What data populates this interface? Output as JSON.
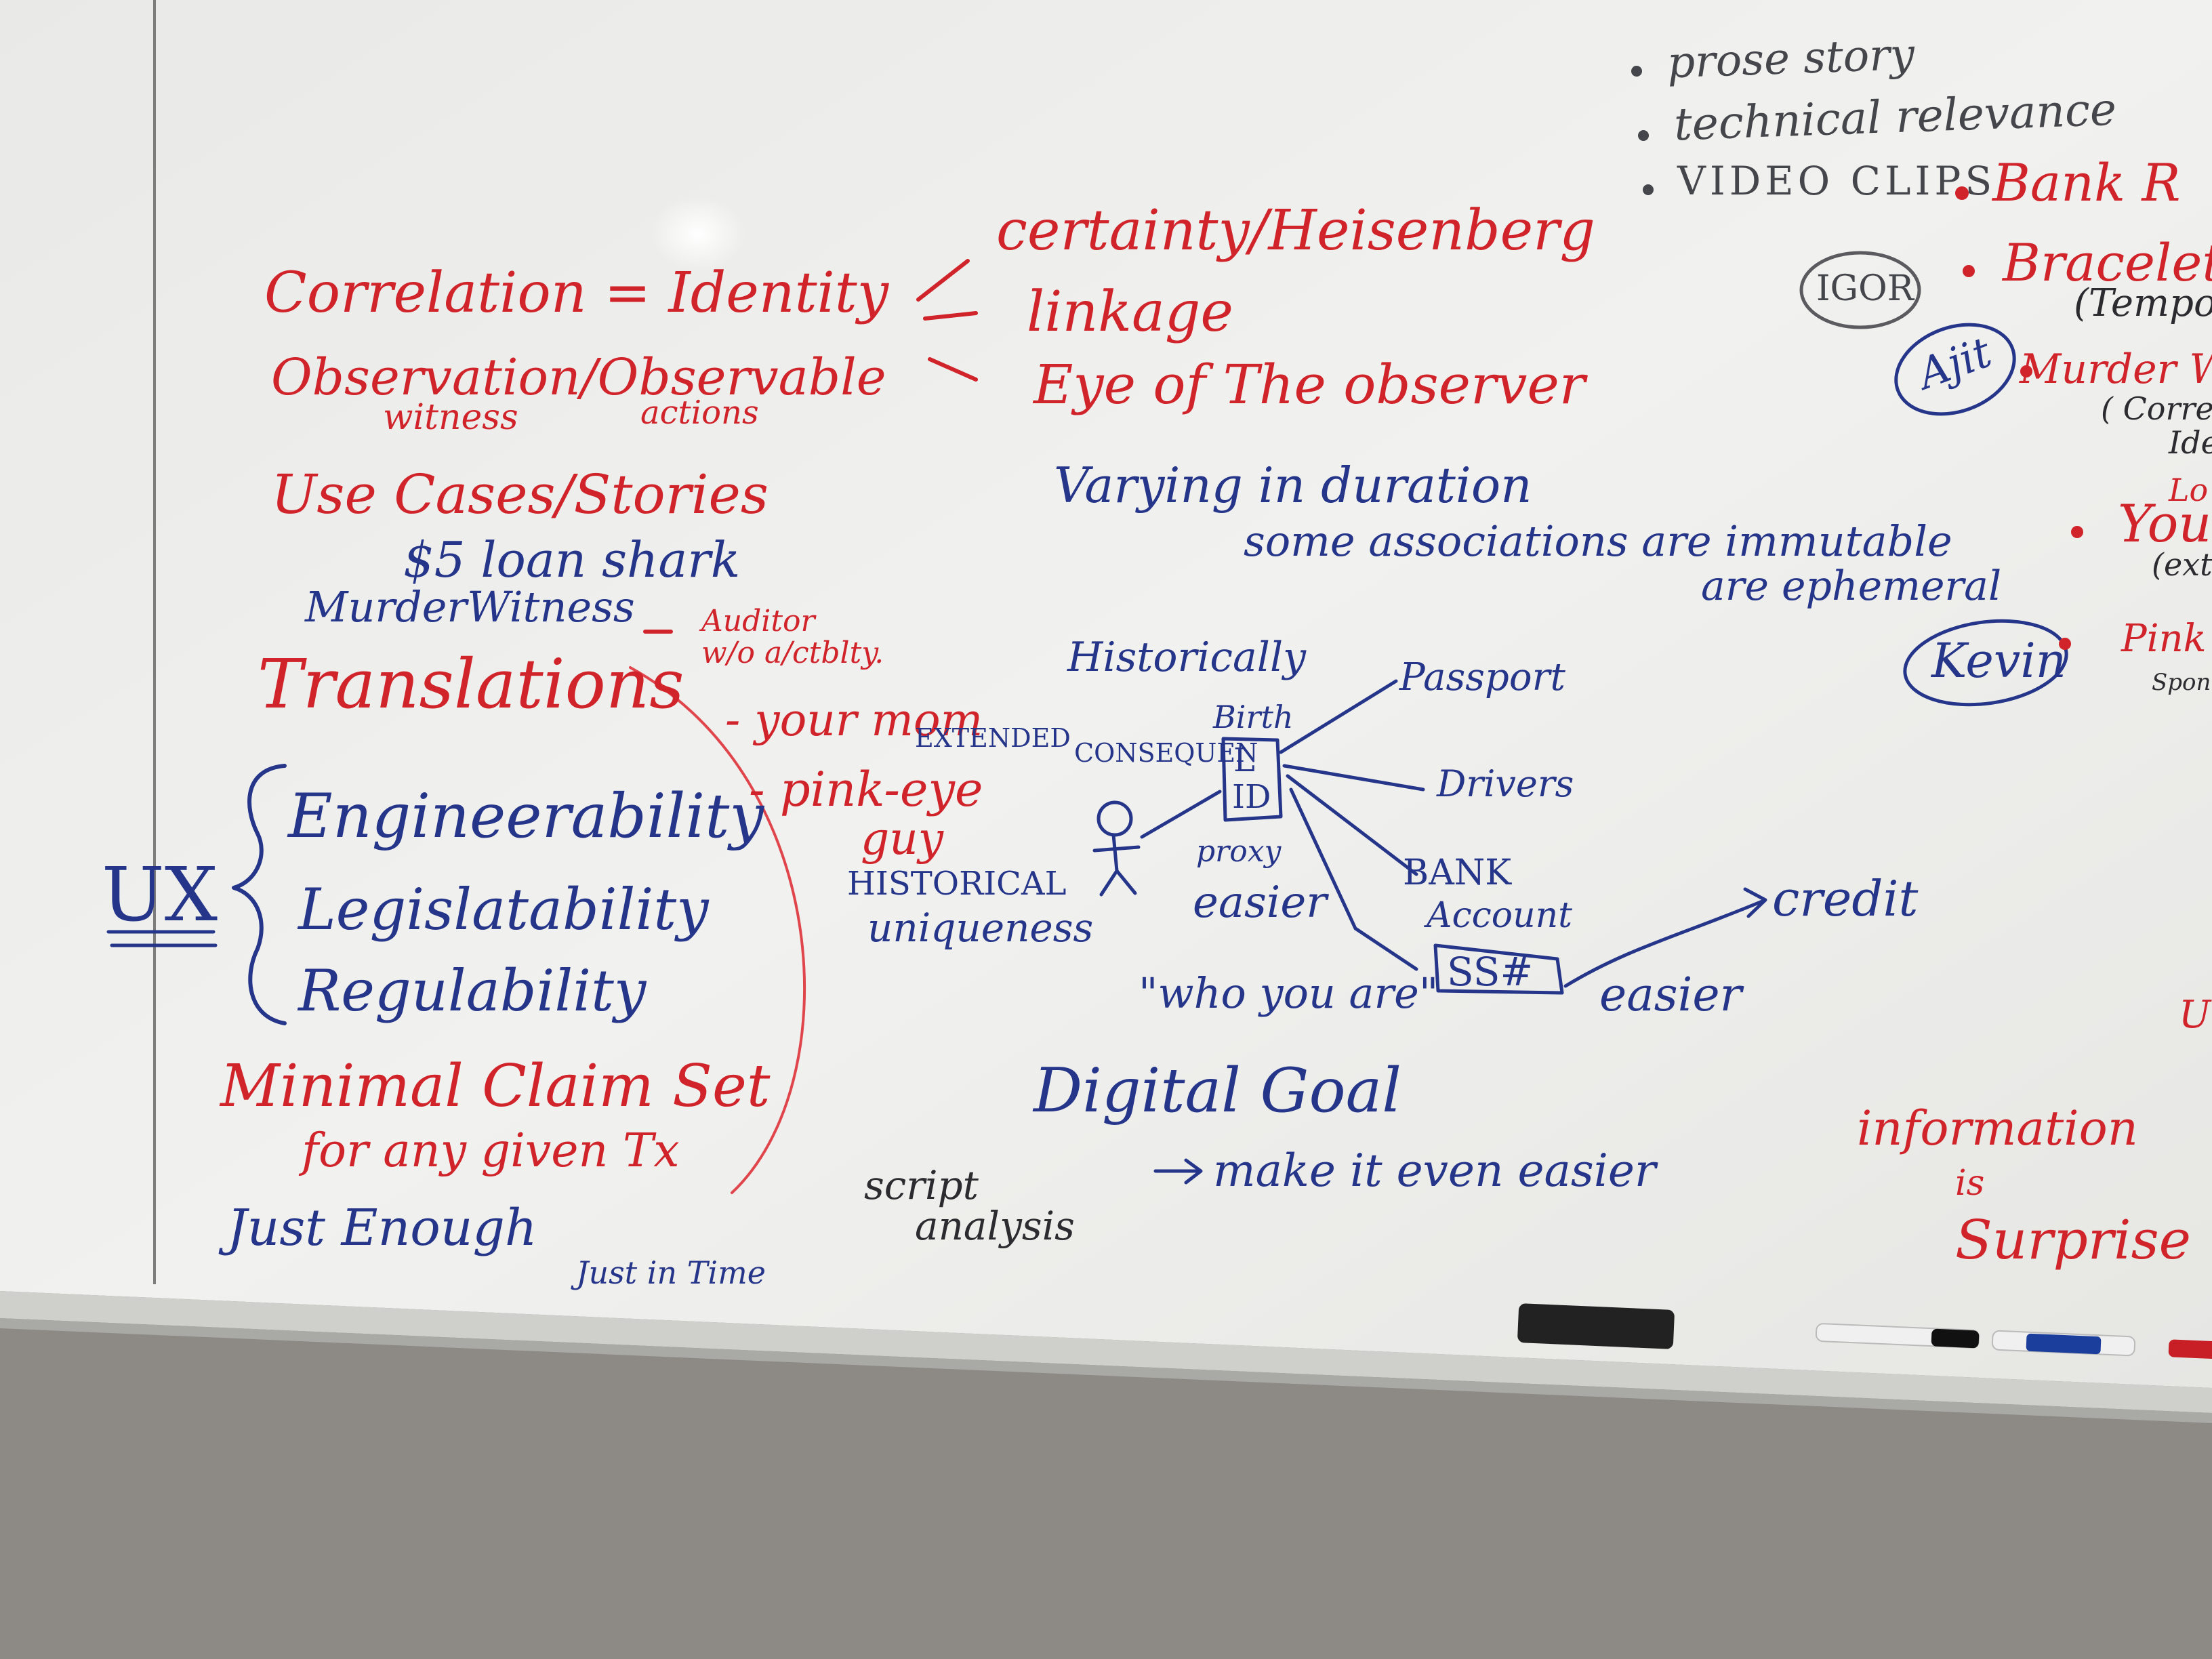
{
  "colors": {
    "board": "#eeeeec",
    "wall": "#8d8a85",
    "red_marker": "#d0232a",
    "blue_marker": "#25358a",
    "black_marker": "#2b2b30",
    "gray_marker": "#45464c"
  },
  "top_right_list": {
    "items": [
      "prose story",
      "technical relevance",
      "VIDEO CLIPS"
    ]
  },
  "right_edge_notes": {
    "bank": "Bank R",
    "bracelet": "Bracelet",
    "temporary": "(Tempor",
    "murder": "Murder W",
    "corr": "( Corre",
    "ide": "Ide",
    "lo": "Lo",
    "you": "You",
    "ext": "(ext",
    "pink": "Pink",
    "spon": "Spon",
    "u": "U"
  },
  "circled_names": [
    "IGOR",
    "Ajit",
    "Kevin"
  ],
  "left_column": {
    "correlation": "Correlation = Identity",
    "observation": "Observation/Observable",
    "witness": "witness",
    "actions": "actions",
    "use_cases": "Use Cases/Stories",
    "loan_shark": "$5 loan shark",
    "murder_witness": "MurderWitness",
    "auditor": "Auditor",
    "auditor_sub": "w/o a/ctblty.",
    "translations": "Translations",
    "your_mom": "- your mom",
    "pink_eye": "- pink-eye",
    "guy": "guy",
    "extended": "EXTENDED",
    "ux": "UX",
    "ux_items": [
      "Engineerability",
      "Legislatability",
      "Regulability"
    ],
    "minimal": "Minimal Claim Set",
    "for_any": "for any given Tx",
    "just_enough": "Just Enough",
    "just_in_time": "Just in Time"
  },
  "center_column": {
    "certainty": "certainty/Heisenberg",
    "linkage": "linkage",
    "eye": "Eye of The observer",
    "varying": "Varying in duration",
    "some": "some associations are immutable",
    "ephemeral": "are ephemeral"
  },
  "diagram": {
    "historically": "Historically",
    "birth": "Birth",
    "id_letters": [
      "L",
      "ID"
    ],
    "conseq": "CONSEQUEN",
    "proxy": "proxy",
    "easier": "easier",
    "historical": "HISTORICAL",
    "uniqueness": "uniqueness",
    "who": "\"who you are\"",
    "passport": "Passport",
    "drivers": "Drivers",
    "bank": "BANK",
    "account": "Account",
    "ssn": "SS#",
    "credit": "credit",
    "easier2": "easier"
  },
  "bottom_center": {
    "digital": "Digital Goal",
    "make": "make it even easier",
    "script": "script",
    "analysis": "analysis"
  },
  "bottom_right": {
    "information": "information",
    "is": "is",
    "surprise": "Surprise"
  }
}
